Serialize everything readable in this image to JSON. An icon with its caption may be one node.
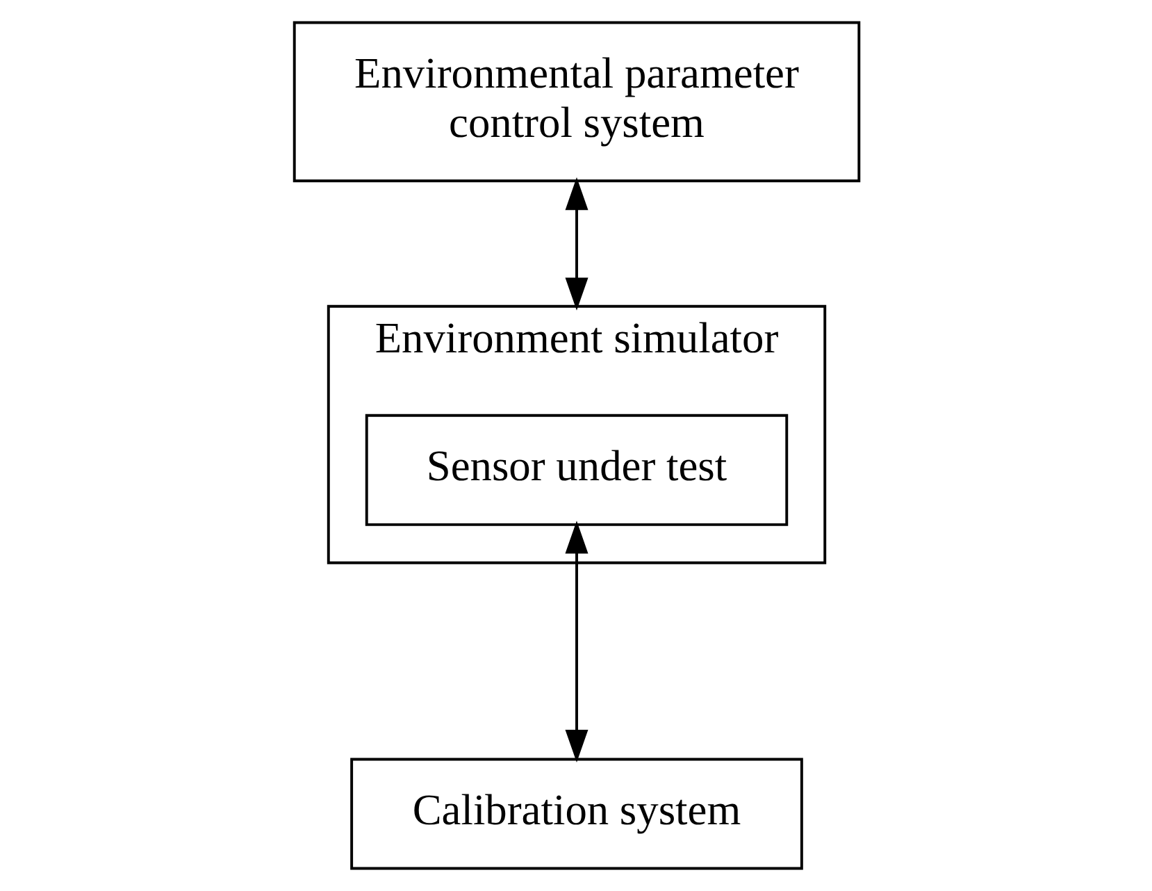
{
  "diagram": {
    "nodes": [
      {
        "text": [
          "Environmental parameter control system"
        ]
      },
      {
        "text": [
          "Environment simulator"
        ]
      },
      {
        "text": [
          "Sensor under test"
        ],
        "in": 1
      },
      {
        "text": [
          "Calibration system"
        ]
      }
    ],
    "edges": [
      {
        "from": 0,
        "to": 1,
        "arrow": "both"
      },
      {
        "from": 2,
        "to": 3,
        "arrow": "both"
      }
    ]
  }
}
